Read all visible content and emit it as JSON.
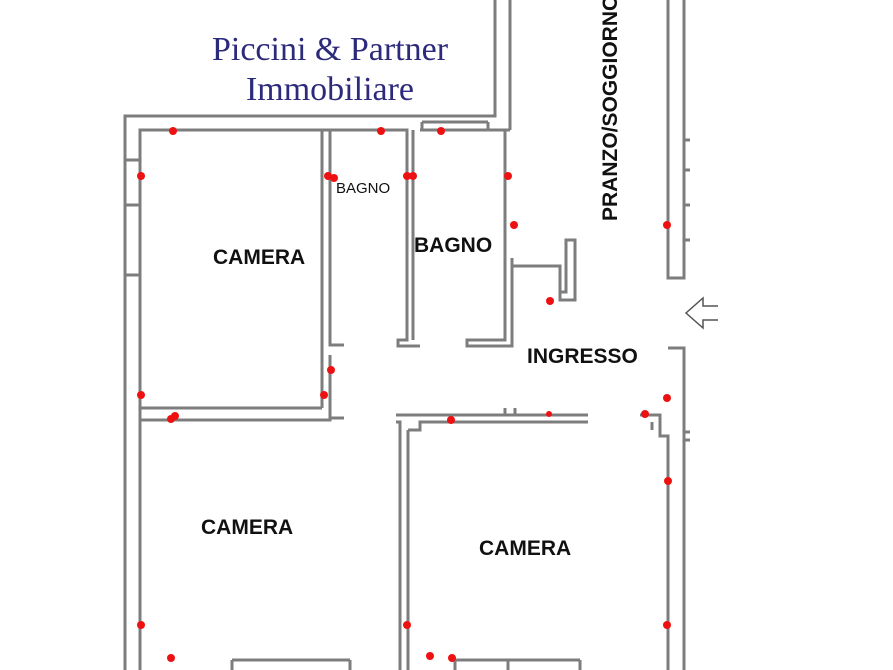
{
  "brand": {
    "line1": "Piccini & Partner",
    "line2": "Immobiliare",
    "color": "#2c2a7a"
  },
  "rooms": {
    "camera_top_left": "CAMERA",
    "bagno_small": "BAGNO",
    "bagno": "BAGNO",
    "ingresso": "INGRESSO",
    "pranzo": "PRANZO/SOGGIORNO",
    "camera_bottom_left": "CAMERA",
    "camera_bottom_right": "CAMERA"
  },
  "colors": {
    "walls": "#7d7d7d",
    "markers": "#ee1111",
    "labels": "#111111"
  }
}
